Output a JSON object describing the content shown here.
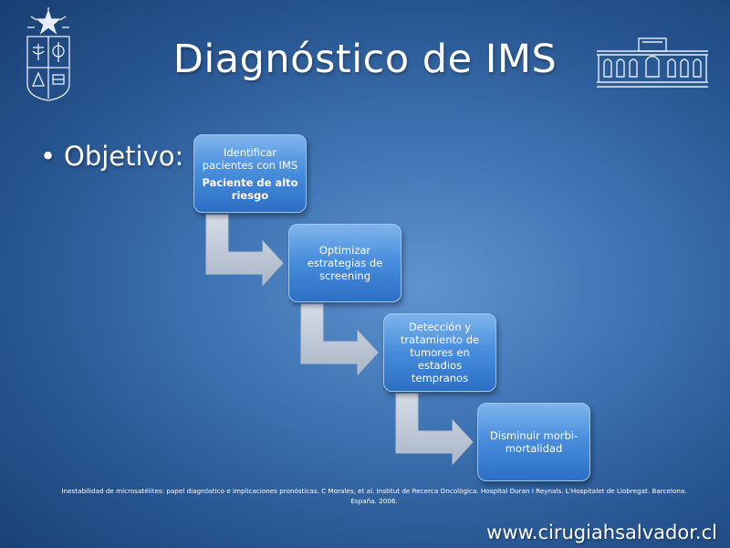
{
  "title": "Diagnóstico de IMS",
  "bullet": {
    "marker": "•",
    "label": "Objetivo:"
  },
  "steps": [
    {
      "text": "Identificar pacientes con IMS",
      "subtext": "Paciente de alto riesgo"
    },
    {
      "text": "Optimizar estrategias de screening"
    },
    {
      "text": "Detección y tratamiento de tumores en estadios tempranos"
    },
    {
      "text": "Disminuir morbi-mortalidad"
    }
  ],
  "reference": "Inestabilidad de microsatélites: papel diagnóstico e implicaciones pronósticas. C Morales, et al. Institut de Recerca Oncològica. Hospital Duran i Reynals. L'Hospitalet de Llobregat. Barcelona. España. 2006.",
  "website": "www.cirugiahsalvador.cl",
  "colors": {
    "box_top": "#7fb4ec",
    "box_bottom": "#2c6fc6",
    "arrow": "#c3ccd9",
    "background": "#2f63a3"
  },
  "icons": {
    "left_logo": "university-crest-icon",
    "right_logo": "hospital-building-icon"
  }
}
